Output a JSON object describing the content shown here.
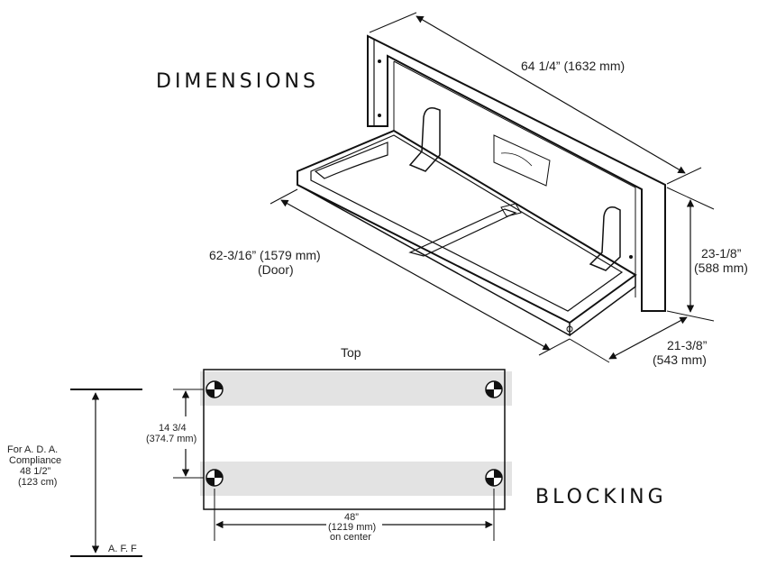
{
  "headings": {
    "dimensions": "DIMENSIONS",
    "blocking": "BLOCKING"
  },
  "dimensions": {
    "width": "64 1/4” (1632 mm)",
    "height_in": "23-1/8”",
    "height_mm": "(588 mm)",
    "depth_in": "21-3/8”",
    "depth_mm": "(543 mm)",
    "door_in": "62-3/16” (1579 mm)",
    "door_label": "(Door)"
  },
  "blocking": {
    "top_label": "Top",
    "vertical_in": "14 3/4",
    "vertical_mm": "(374.7 mm)",
    "horizontal_in": "48”",
    "horizontal_mm": "(1219 mm)",
    "horizontal_note": "on center",
    "ada_line1": "For A. D. A.",
    "ada_line2": "Compliance",
    "ada_line3": "48 1/2”",
    "ada_line4": "(123 cm)",
    "aff": "A. F. F"
  },
  "colors": {
    "line": "#111111",
    "blocking_band": "#e3e3e3",
    "panel_fill": "#f7f7f7"
  }
}
